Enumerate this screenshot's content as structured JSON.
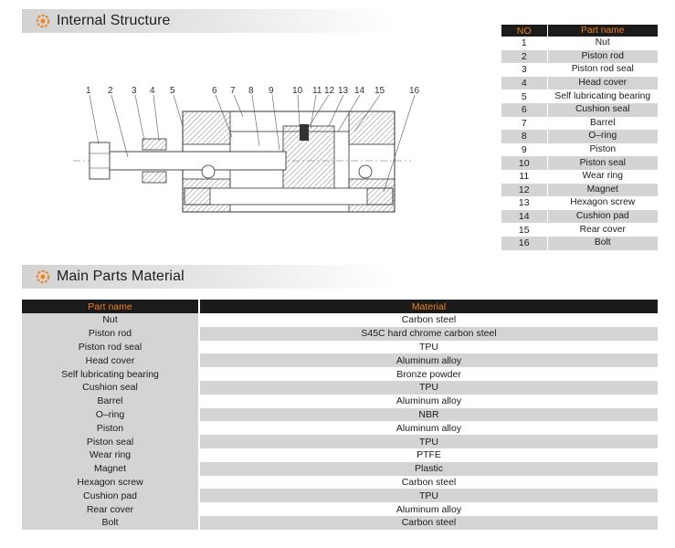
{
  "sections": {
    "internal_structure": "Internal Structure",
    "main_parts_material": "Main Parts Material"
  },
  "parts_table": {
    "headers": [
      "NO",
      "Part name"
    ],
    "rows": [
      {
        "no": "1",
        "name": "Nut"
      },
      {
        "no": "2",
        "name": "Piston rod"
      },
      {
        "no": "3",
        "name": "Piston rod seal"
      },
      {
        "no": "4",
        "name": "Head cover"
      },
      {
        "no": "5",
        "name": "Self lubricating bearing"
      },
      {
        "no": "6",
        "name": "Cushion seal"
      },
      {
        "no": "7",
        "name": "Barrel"
      },
      {
        "no": "8",
        "name": "O–ring"
      },
      {
        "no": "9",
        "name": "Piston"
      },
      {
        "no": "10",
        "name": "Piston seal"
      },
      {
        "no": "11",
        "name": "Wear ring"
      },
      {
        "no": "12",
        "name": "Magnet"
      },
      {
        "no": "13",
        "name": "Hexagon screw"
      },
      {
        "no": "14",
        "name": "Cushion pad"
      },
      {
        "no": "15",
        "name": "Rear cover"
      },
      {
        "no": "16",
        "name": "Bolt"
      }
    ]
  },
  "material_table": {
    "headers": [
      "Part name",
      "Material"
    ],
    "rows": [
      {
        "part": "Nut",
        "material": "Carbon steel"
      },
      {
        "part": "Piston rod",
        "material": "S45C hard chrome carbon steel"
      },
      {
        "part": "Piston rod seal",
        "material": "TPU"
      },
      {
        "part": "Head cover",
        "material": "Aluminum alloy"
      },
      {
        "part": "Self lubricating bearing",
        "material": "Bronze powder"
      },
      {
        "part": "Cushion seal",
        "material": "TPU"
      },
      {
        "part": "Barrel",
        "material": "Aluminum alloy"
      },
      {
        "part": "O–ring",
        "material": "NBR"
      },
      {
        "part": "Piston",
        "material": "Aluminum alloy"
      },
      {
        "part": "Piston seal",
        "material": "TPU"
      },
      {
        "part": "Wear ring",
        "material": "PTFE"
      },
      {
        "part": "Magnet",
        "material": "Plastic"
      },
      {
        "part": "Hexagon screw",
        "material": "Carbon steel"
      },
      {
        "part": "Cushion pad",
        "material": "TPU"
      },
      {
        "part": "Rear cover",
        "material": "Aluminum alloy"
      },
      {
        "part": "Bolt",
        "material": "Carbon steel"
      }
    ]
  },
  "diagram": {
    "callouts": [
      "1",
      "2",
      "3",
      "4",
      "5",
      "6",
      "7",
      "8",
      "9",
      "10",
      "11",
      "12",
      "13",
      "14",
      "15",
      "16"
    ]
  },
  "colors": {
    "header_bg": "#1b1b1b",
    "header_text": "#f0811d",
    "stripe": "#d4d4d4",
    "section_icon": "#f0811d"
  },
  "icons": {
    "section": "gear-icon"
  }
}
